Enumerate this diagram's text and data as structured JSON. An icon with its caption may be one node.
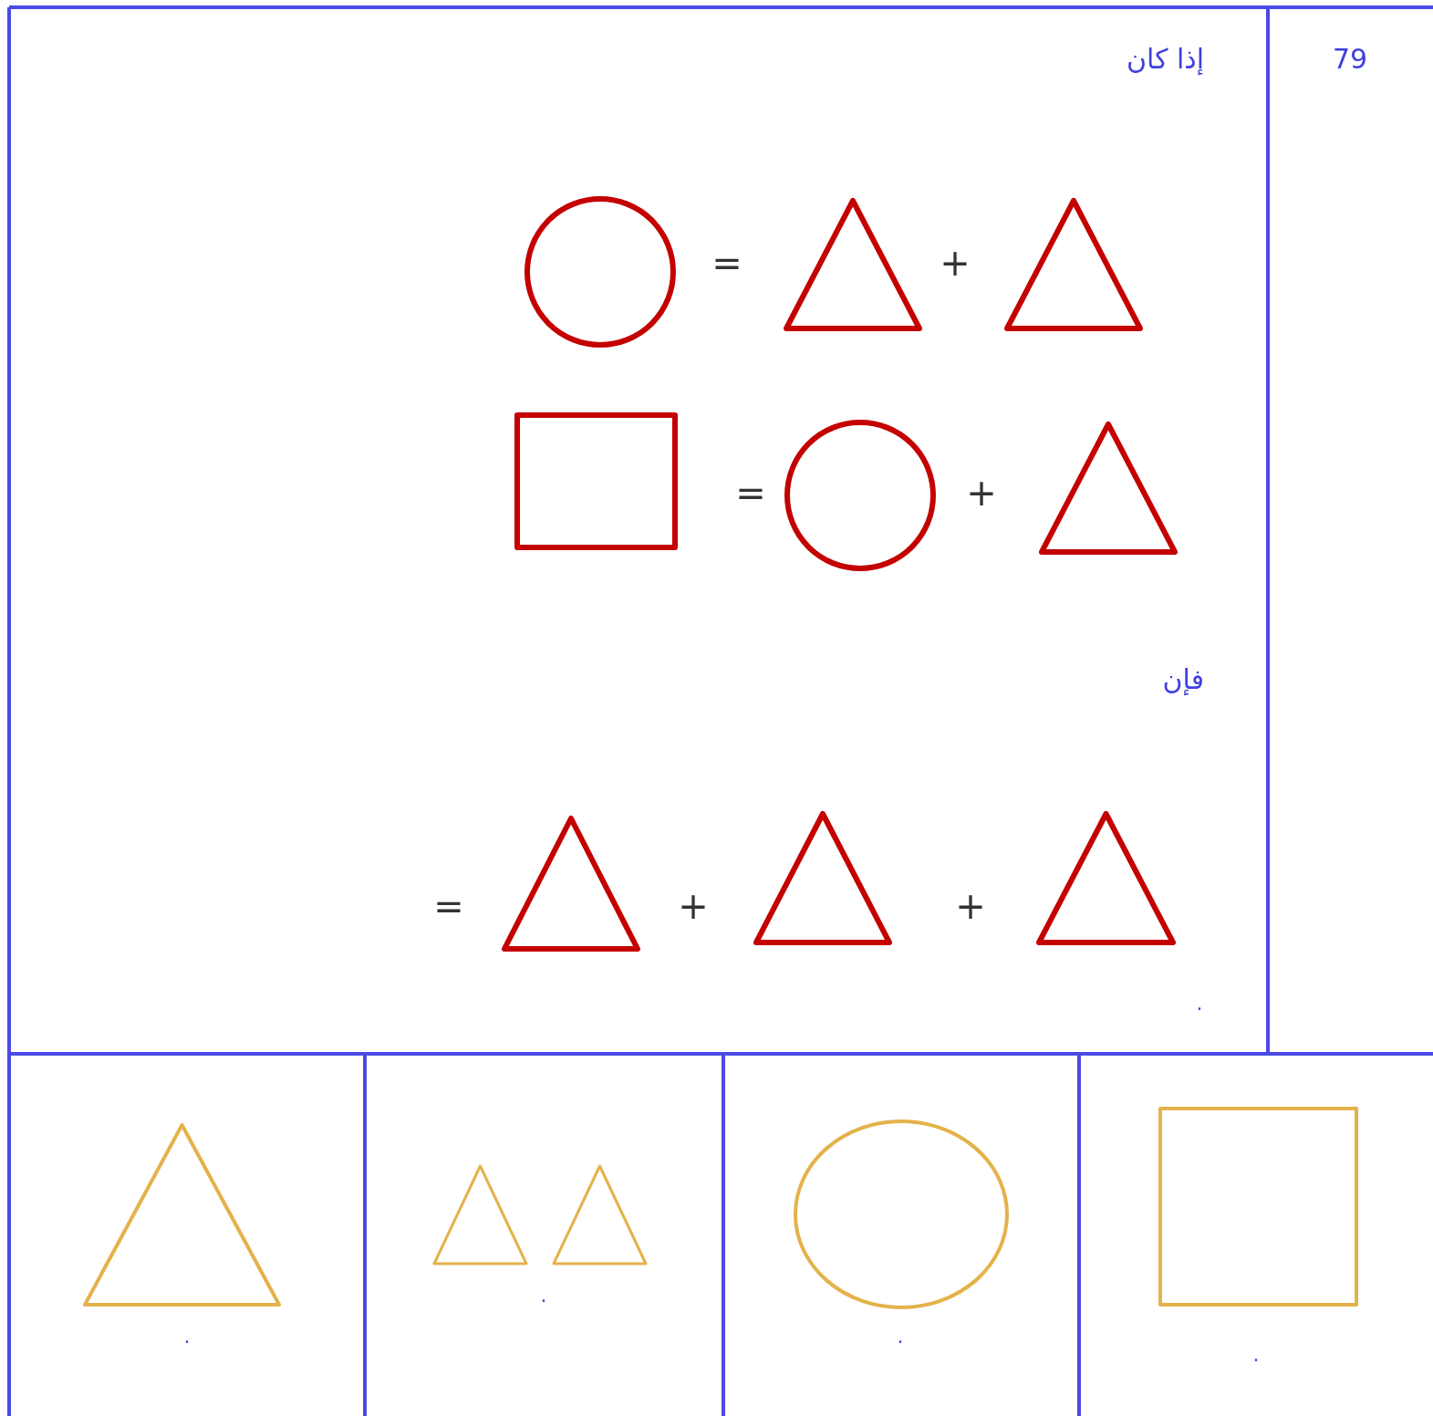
{
  "diagram": {
    "nodes": [
      {
        "text": [],
        "shape": "circle"
      },
      {
        "text": [],
        "shape": "triangle"
      },
      {
        "text": [],
        "shape": "triangle"
      },
      {
        "text": [],
        "shape": "box"
      },
      {
        "text": [],
        "shape": "circle"
      },
      {
        "text": [],
        "shape": "triangle"
      },
      {
        "text": [],
        "shape": "triangle"
      },
      {
        "text": [],
        "shape": "triangle"
      },
      {
        "text": [],
        "shape": "triangle"
      },
      {
        "text": [],
        "shape": "triangle"
      },
      {
        "text": [],
        "shape": "triangle"
      },
      {
        "text": [],
        "shape": "triangle"
      },
      {
        "text": [],
        "shape": "circle"
      },
      {
        "text": [],
        "shape": "box"
      }
    ],
    "labels": [
      "79",
      "إذا كان",
      "=",
      "+",
      "=",
      "+",
      "فإن",
      "=",
      "+",
      "+",
      ".",
      ".",
      ".",
      ".",
      "."
    ]
  }
}
